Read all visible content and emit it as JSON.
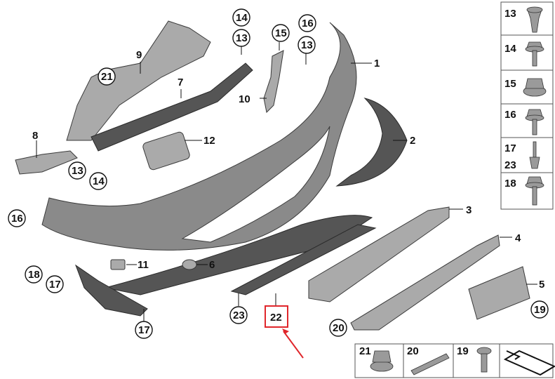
{
  "diagram": {
    "labels": {
      "p1": "1",
      "p2": "2",
      "p3": "3",
      "p4": "4",
      "p5": "5",
      "p6": "6",
      "p7": "7",
      "p8": "8",
      "p9": "9",
      "p10": "10",
      "p11": "11",
      "p12": "12",
      "c13a": "13",
      "c13b": "13",
      "c13c": "13",
      "c14a": "14",
      "c14b": "14",
      "c15": "15",
      "c16a": "16",
      "c16b": "16",
      "c17a": "17",
      "c17b": "17",
      "c18": "18",
      "c19": "19",
      "c20": "20",
      "c21": "21",
      "c22": "22",
      "c23": "23"
    },
    "legend_right": {
      "l13": "13",
      "l14": "14",
      "l15": "15",
      "l16": "16",
      "l17": "17",
      "l23": "23",
      "l18": "18"
    },
    "legend_bottom": {
      "b21": "21",
      "b20": "20",
      "b19": "19"
    },
    "colors": {
      "highlight": "#e0262b",
      "part": "#8a8a8a",
      "part_dark": "#555555"
    }
  }
}
